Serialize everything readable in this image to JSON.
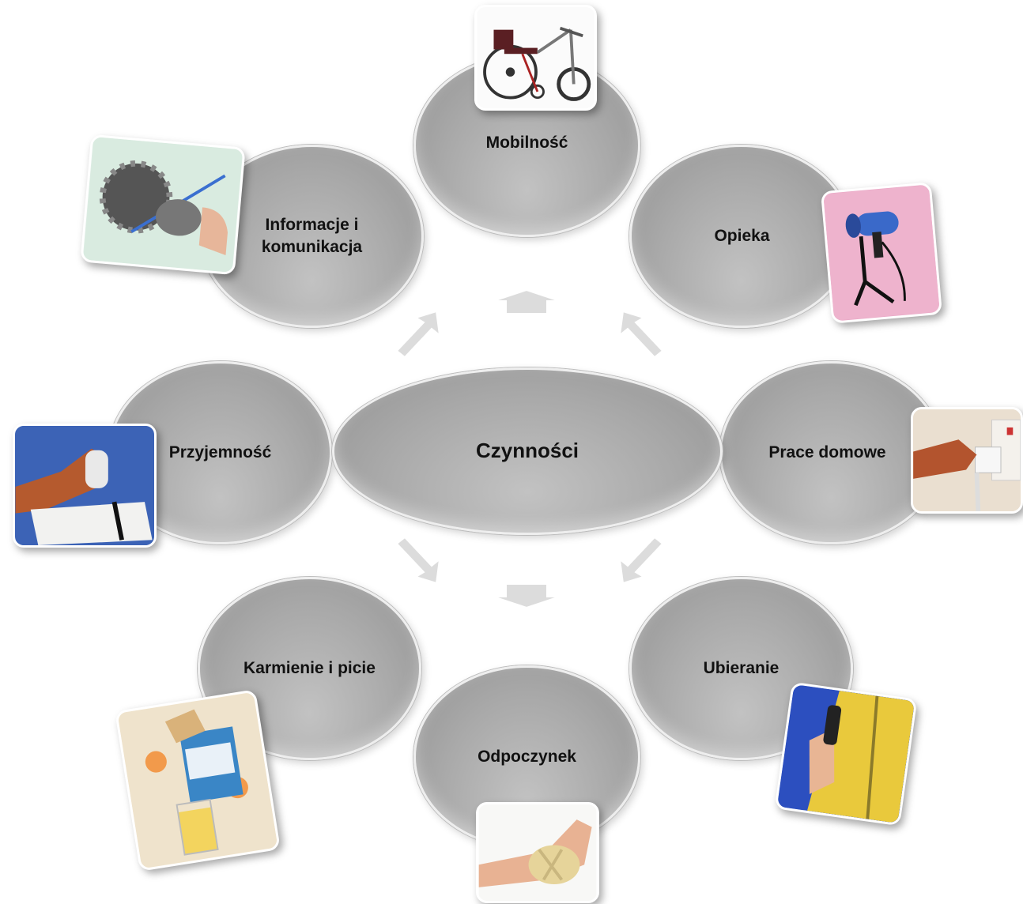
{
  "center": {
    "label": "Czynności"
  },
  "nodes": {
    "mobilnosc": {
      "label": "Mobilność"
    },
    "opieka": {
      "label": "Opieka"
    },
    "prace_domowe": {
      "label": "Prace domowe"
    },
    "ubieranie": {
      "label": "Ubieranie"
    },
    "odpoczynek": {
      "label": "Odpoczynek"
    },
    "karmienie": {
      "label": "Karmienie i picie"
    },
    "przyjemnosc": {
      "label": "Przyjemność"
    },
    "informacje": {
      "label_line1": "Informacje i",
      "label_line2": "komunikacja"
    }
  },
  "colors": {
    "node_fill": "#a9a9a9",
    "node_border": "#eeeeee",
    "arrow_fill": "#d9d9d9",
    "text": "#111111"
  }
}
